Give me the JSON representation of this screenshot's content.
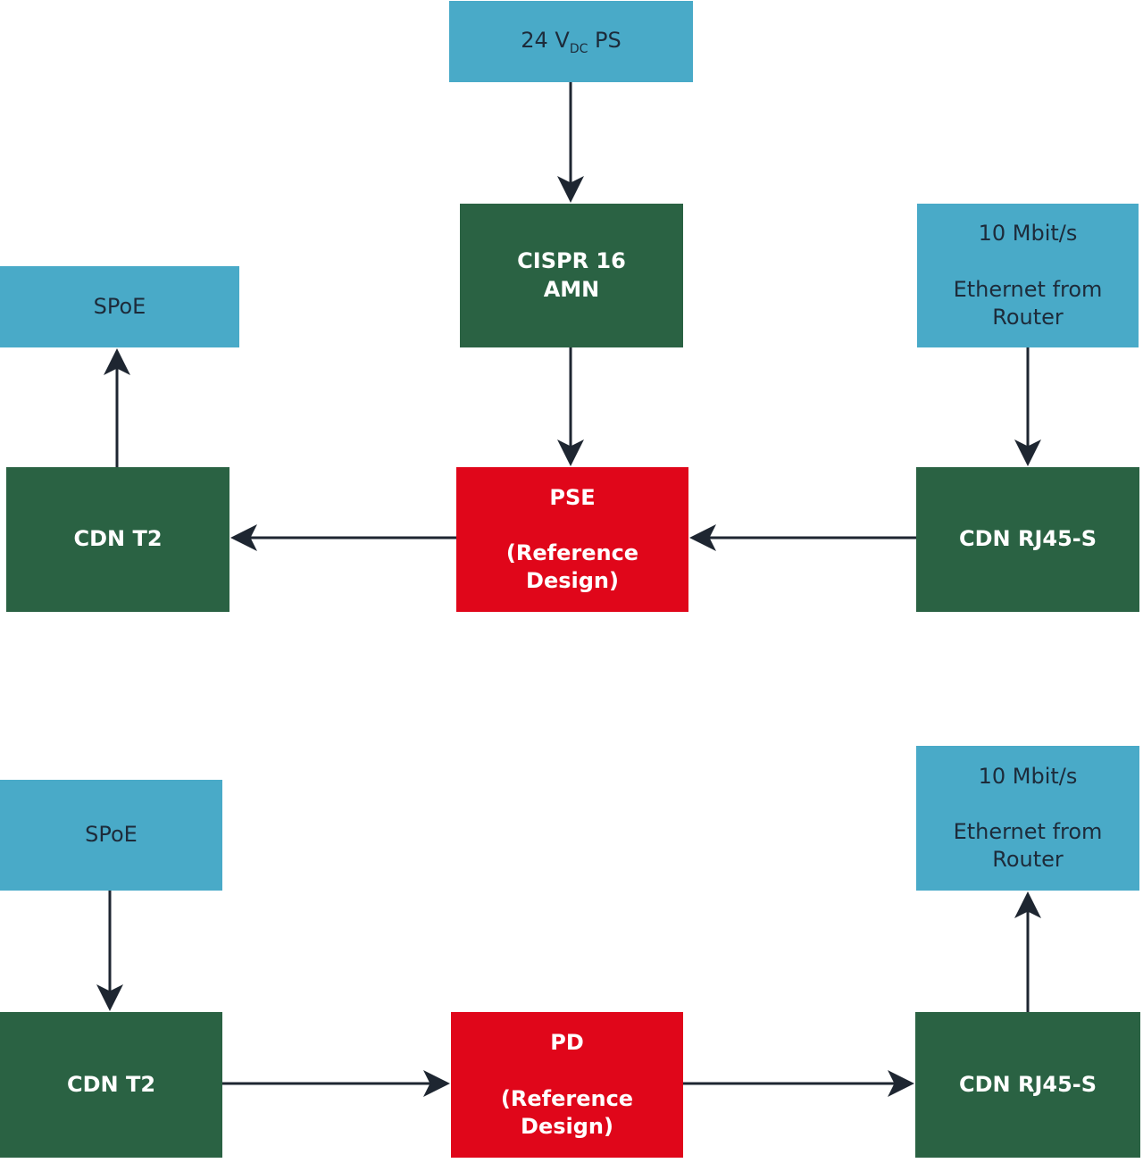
{
  "colors": {
    "supply_block": "#49aac8",
    "test_equipment_block": "#2a6243",
    "device_block": "#e0061a",
    "arrow": "#1e2631"
  },
  "top_setup": {
    "power_supply": {
      "text": "24 V",
      "subscript": "DC",
      "suffix": " PS"
    },
    "amn": {
      "line1": "CISPR 16",
      "line2": "AMN"
    },
    "ethernet": {
      "line1": "10 Mbit/s",
      "line2": "",
      "line3": "Ethernet from",
      "line4": "Router"
    },
    "spoe": {
      "label": "SPoE"
    },
    "cdn_t2": {
      "label": "CDN T2"
    },
    "pse": {
      "line1": "PSE",
      "line2": "",
      "line3": "(Reference Design)"
    },
    "cdn_rj45": {
      "label": "CDN RJ45-S"
    }
  },
  "bottom_setup": {
    "spoe": {
      "label": "SPoE"
    },
    "ethernet": {
      "line1": "10 Mbit/s",
      "line2": "",
      "line3": "Ethernet from",
      "line4": "Router"
    },
    "cdn_t2": {
      "label": "CDN T2"
    },
    "pd": {
      "line1": "PD",
      "line2": "",
      "line3": "(Reference Design)"
    },
    "cdn_rj45": {
      "label": "CDN RJ45-S"
    }
  }
}
